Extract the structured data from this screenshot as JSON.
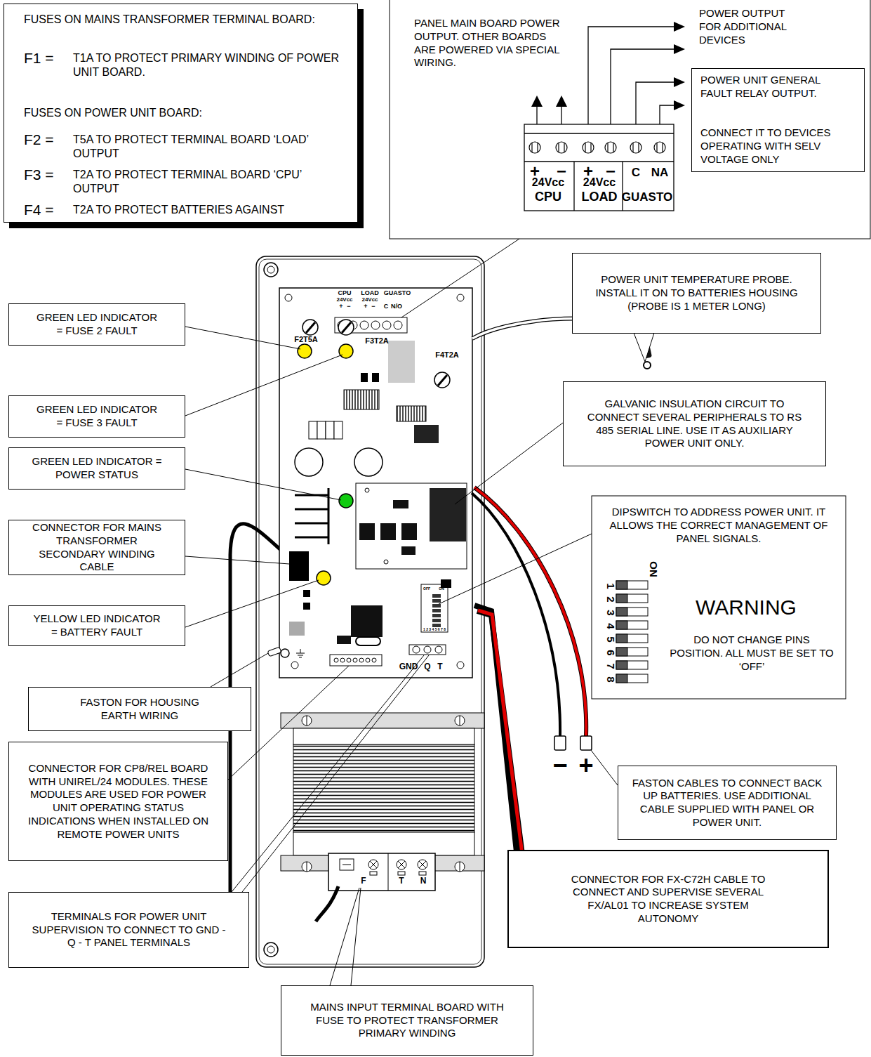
{
  "diagram": {
    "nodes": [
      {
        "text": [
          "FUSES ON MAINS TRANSFORMER TERMINAL BOARD:",
          "F1 =",
          "T1A TO PROTECT PRIMARY WINDING OF POWER UNIT BOARD.",
          "FUSES ON POWER UNIT BOARD:",
          "F2 =",
          "T5A TO PROTECT TERMINAL BOARD ‘LOAD’ OUTPUT",
          "F3 =",
          "T2A TO PROTECT TERMINAL BOARD ‘CPU’ OUTPUT",
          "F4 =",
          "T2A TO PROTECT BATTERIES AGAINST"
        ]
      },
      {
        "text": [
          "PANEL MAIN BOARD POWER OUTPUT. OTHER BOARDS ARE POWERED VIA SPECIAL WIRING.",
          "POWER OUTPUT FOR ADDITIONAL DEVICES"
        ]
      },
      {
        "text": [
          "POWER UNIT GENERAL FAULT RELAY OUTPUT.",
          "CONNECT IT TO DEVICES OPERATING WITH SELV VOLTAGE ONLY"
        ],
        "in": 1
      },
      {
        "text": [
          "GREEN LED INDICATOR = FUSE 2 FAULT"
        ]
      },
      {
        "text": [
          "POWER UNIT TEMPERATURE PROBE. INSTALL IT ON TO BATTERIES HOUSING (PROBE IS 1 METER LONG)"
        ]
      },
      {
        "text": [
          "GREEN LED INDICATOR = FUSE 3 FAULT"
        ]
      },
      {
        "text": [
          "GALVANIC INSULATION CIRCUIT TO CONNECT SEVERAL PERIPHERALS TO RS 485 SERIAL LINE. USE IT AS AUXILIARY POWER UNIT ONLY."
        ]
      },
      {
        "text": [
          "GREEN LED INDICATOR = POWER STATUS"
        ]
      },
      {
        "text": [
          "DIPSWITCH TO ADDRESS POWER UNIT. IT ALLOWS THE CORRECT MANAGEMENT OF PANEL SIGNALS.",
          "WARNING",
          "DO NOT CHANGE PINS POSITION. ALL MUST BE SET TO ‘OFF’"
        ]
      },
      {
        "text": [
          "CONNECTOR FOR MAINS TRANSFORMER SECONDARY WINDING CABLE"
        ]
      },
      {
        "text": [
          "YELLOW LED INDICATOR = BATTERY FAULT"
        ]
      },
      {
        "text": [
          "FASTON FOR HOUSING EARTH WIRING"
        ]
      },
      {
        "text": [
          "FASTON CABLES TO CONNECT BACK UP BATTERIES. USE ADDITIONAL CABLE SUPPLIED WITH PANEL OR POWER UNIT."
        ]
      },
      {
        "text": [
          "CONNECTOR FOR CP8/REL BOARD WITH UNIREL/24 MODULES. THESE MODULES ARE USED FOR POWER UNIT OPERATING STATUS INDICATIONS WHEN INSTALLED ON REMOTE POWER UNITS"
        ]
      },
      {
        "text": [
          "CONNECTOR FOR FX-C72H CABLE TO CONNECT AND SUPERVISE SEVERAL FX/AL01 TO INCREASE SYSTEM AUTONOMY"
        ]
      },
      {
        "text": [
          "TERMINALS FOR POWER UNIT SUPERVISION TO CONNECT TO GND - Q - T PANEL TERMINALS"
        ]
      },
      {
        "text": [
          "MAINS INPUT TERMINAL BOARD WITH FUSE TO PROTECT TRANSFORMER PRIMARY WINDING"
        ]
      }
    ],
    "labels": [
      "+",
      "−",
      "24Vcc",
      "CPU",
      "+",
      "−",
      "24Vcc",
      "LOAD",
      "C",
      "NA",
      "GUASTO",
      "CPU",
      "24Vcc",
      "+",
      "−",
      "LOAD",
      "24Vcc",
      "+",
      "−",
      "GUASTO",
      "C",
      "N/O",
      "F2T5A",
      "F3T2A",
      "F4T2A",
      "OFF",
      "ON",
      "1 2 3 4 5 6 7 8",
      "GND",
      "Q",
      "T",
      "−",
      "+",
      "F",
      "T",
      "N",
      "ON",
      "1",
      "2",
      "3",
      "4",
      "5",
      "6",
      "7",
      "8"
    ]
  }
}
